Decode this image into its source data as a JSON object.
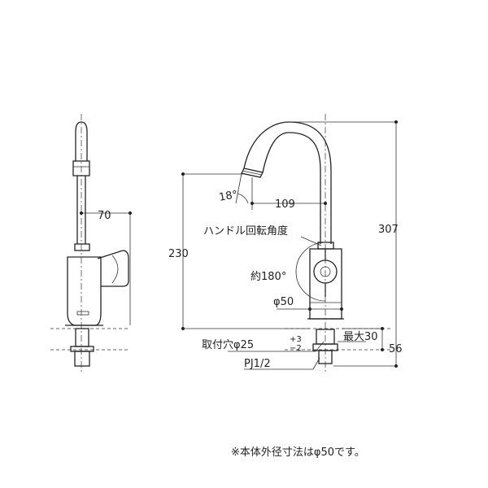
{
  "dimensions": {
    "side_spout_offset": "70",
    "reach": "109",
    "height_to_spout": "230",
    "total_height": "307",
    "max_thickness": "最大30",
    "shank_length": "56",
    "spout_angle": "18°",
    "handle_angle": "約180°",
    "body_diameter": "φ50"
  },
  "labels": {
    "handle_rotation": "ハンドル回転角度",
    "mounting_hole_prefix": "取付穴φ25",
    "mounting_hole_tol_upper": "+3",
    "mounting_hole_tol_lower": "−2",
    "pipe_thread": "PJ1/2",
    "footnote": "※本体外径寸法はφ50です。"
  }
}
